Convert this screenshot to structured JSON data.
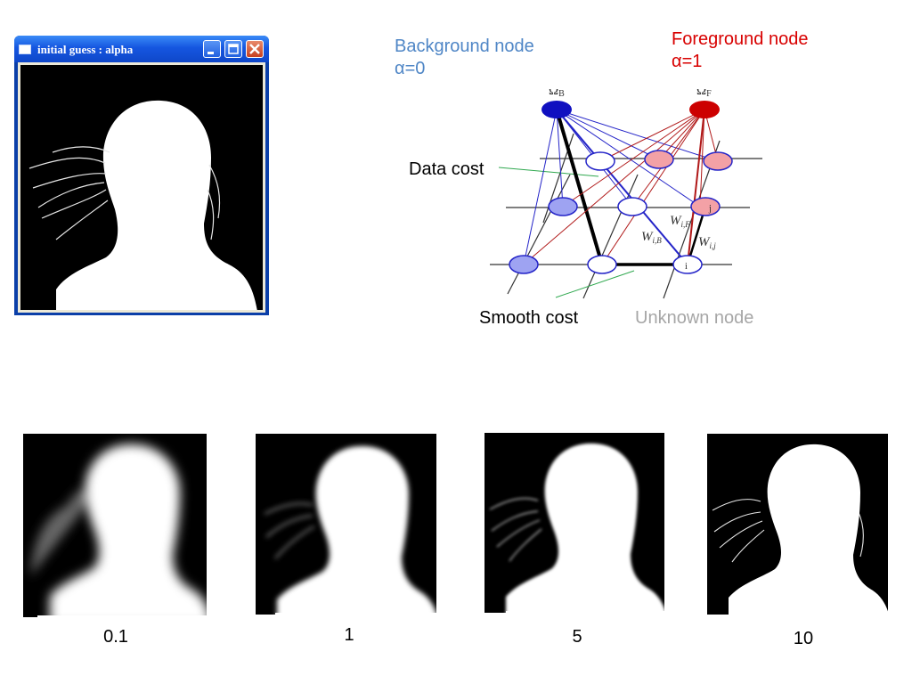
{
  "window": {
    "title": "initial guess : alpha",
    "icons": [
      "app-window-icon",
      "minimize-icon",
      "maximize-icon",
      "close-icon"
    ]
  },
  "diagram": {
    "background_node": {
      "name": "Background node",
      "alpha": "α=0",
      "symbol": "Ω",
      "subscript": "B",
      "color": "#1010c0"
    },
    "foreground_node": {
      "name": "Foreground node",
      "alpha": "α=1",
      "symbol": "Ω",
      "subscript": "F",
      "color": "#cc0000"
    },
    "data_cost_label": "Data cost",
    "smooth_cost_label": "Smooth cost",
    "unknown_node_label": "Unknown node",
    "weights": {
      "w_iB": {
        "symbol": "W",
        "subscript": "i,B"
      },
      "w_iF": {
        "symbol": "W",
        "subscript": "i,F"
      },
      "w_ij": {
        "symbol": "W",
        "subscript": "i,j"
      }
    },
    "node_i": "i",
    "node_j": "j",
    "colors": {
      "background_label": "#4f86c6",
      "foreground_label": "#d80000",
      "unknown_label": "#a6a6a6",
      "bg_edge": "#2424c8",
      "fg_edge": "#b01818",
      "node_blue_fill": "#9ea3f2",
      "node_pink_fill": "#f3a1a6",
      "connector_green": "#2fa84f"
    }
  },
  "results": [
    {
      "caption": "0.1"
    },
    {
      "caption": "1"
    },
    {
      "caption": "5"
    },
    {
      "caption": "10"
    }
  ]
}
